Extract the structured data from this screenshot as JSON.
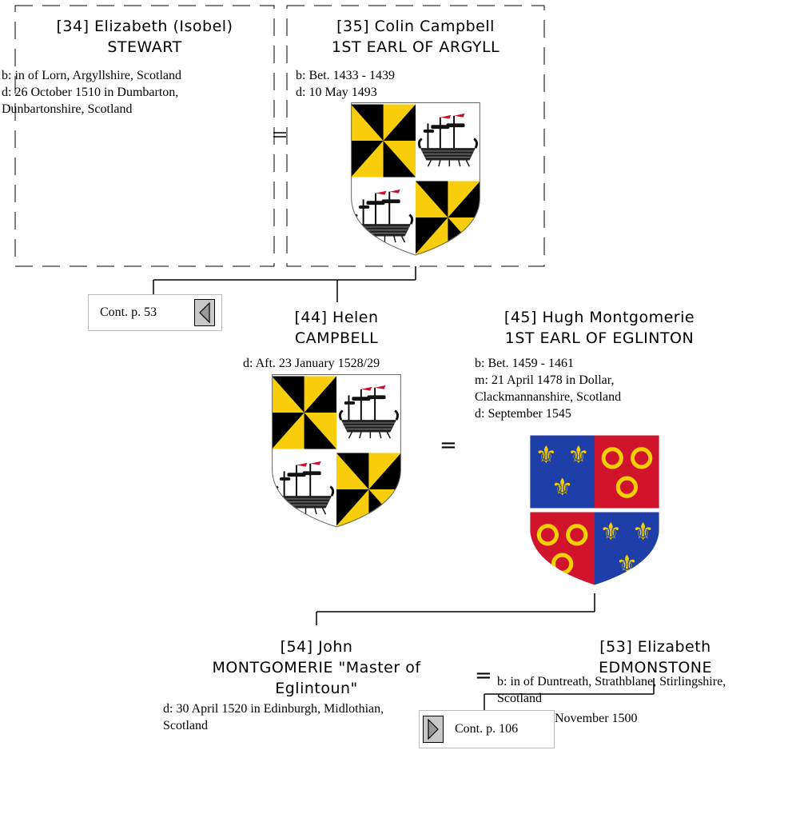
{
  "persons": {
    "p34": {
      "name_line1": "[34] Elizabeth (Isobel)",
      "name_line2": "STEWART",
      "birth": "b: in of Lorn, Argyllshire, Scotland",
      "death_line1": "d: 26 October 1510 in Dumbarton,",
      "death_line2": "Dunbartonshire, Scotland"
    },
    "p35": {
      "name_line1": "[35] Colin Campbell",
      "name_line2": "1ST EARL OF ARGYLL",
      "birth": "b: Bet. 1433 - 1439",
      "death": "d: 10 May 1493"
    },
    "p44": {
      "name_line1": "[44] Helen",
      "name_line2": "CAMPBELL",
      "death": "d: Aft. 23 January 1528/29"
    },
    "p45": {
      "name_line1": "[45] Hugh Montgomerie",
      "name_line2": "1ST EARL OF EGLINTON",
      "birth": "b: Bet. 1459 - 1461",
      "marriage_line1": "m: 21 April 1478 in Dollar,",
      "marriage_line2": "Clackmannanshire, Scotland",
      "death": "d: September 1545"
    },
    "p54": {
      "name_line1": "[54] John",
      "name_line2": "MONTGOMERIE \"Master of",
      "name_line3": "Eglintoun\"",
      "death_line1": "d: 30 April 1520 in Edinburgh, Midlothian,",
      "death_line2": "Scotland"
    },
    "p53": {
      "name_line1": "[53] Elizabeth",
      "name_line2": "EDMONSTONE",
      "birth_line1": "b: in of Duntreath, Strathblane, Stirlingshire,",
      "birth_line2": "Scotland",
      "marriage": "m: Bef. 13 November 1500"
    }
  },
  "marriage_symbol": "=",
  "continuations": {
    "left": "Cont. p. 53",
    "right": "Cont. p. 106"
  },
  "arms": {
    "campbell": {
      "icon": "campbell-arms-icon",
      "colors": {
        "gold": "#f7cd0c",
        "black": "#000000",
        "white": "#ffffff"
      }
    },
    "montgomerie": {
      "icon": "montgomerie-arms-icon",
      "colors": {
        "azure": "#1e3fa8",
        "gules": "#d0142c",
        "or": "#f5d000"
      }
    }
  }
}
